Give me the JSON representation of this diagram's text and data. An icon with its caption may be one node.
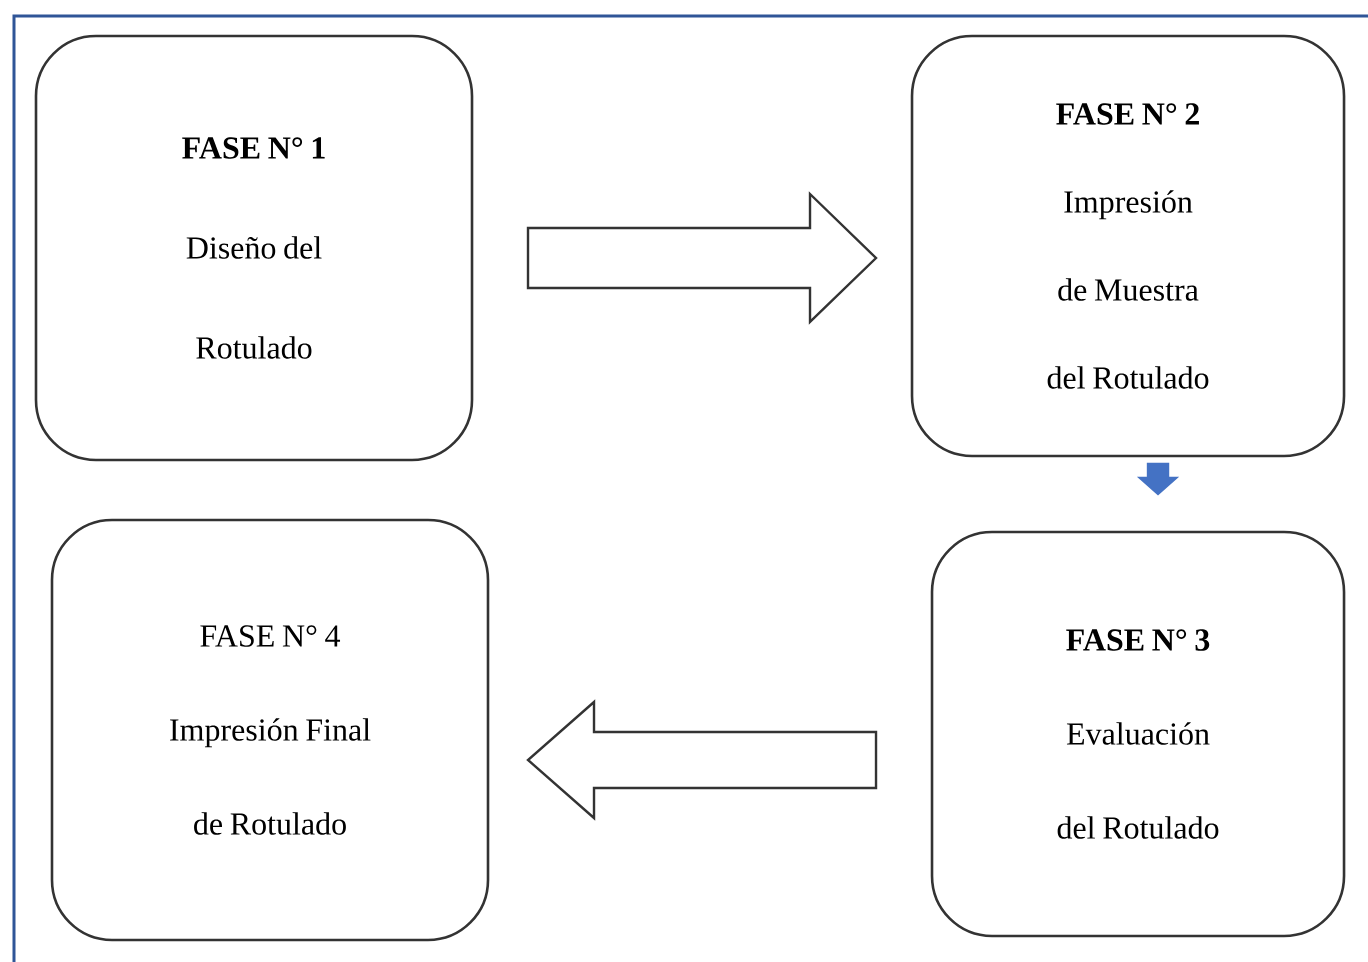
{
  "diagram": {
    "nodes": [
      {
        "text": [
          "FASE N° 1",
          "Diseño del Rotulado"
        ]
      },
      {
        "text": [
          "FASE N° 2",
          "Impresión de Muestra del Rotulado"
        ]
      },
      {
        "text": [
          "FASE N° 3",
          "Evaluación del Rotulado"
        ]
      },
      {
        "text": [
          "FASE N° 4",
          "Impresión Final de Rotulado"
        ]
      }
    ],
    "edges": [
      {
        "from": 0,
        "to": 1,
        "arrow": "to"
      },
      {
        "from": 1,
        "to": 2,
        "arrow": "to",
        "color": "#4472c4"
      },
      {
        "from": 2,
        "to": 3,
        "arrow": "to"
      }
    ]
  }
}
